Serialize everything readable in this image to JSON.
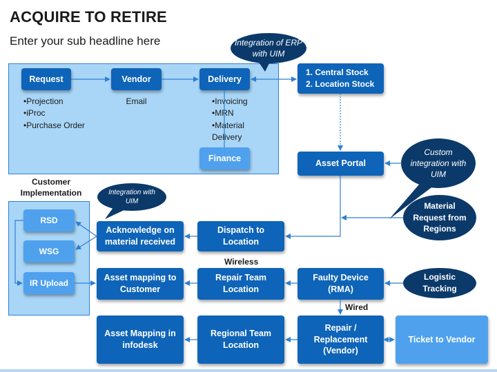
{
  "header": {
    "title": "ACQUIRE TO RETIRE",
    "subtitle": "Enter your sub headline here"
  },
  "erp_panel": {
    "request": "Request",
    "vendor": "Vendor",
    "delivery": "Delivery",
    "finance": "Finance",
    "request_notes": [
      "•Projection",
      "•iProc",
      "•Purchase Order"
    ],
    "vendor_note": "Email",
    "delivery_notes": [
      "•Invoicing",
      "•MRN",
      "•Material Delivery"
    ]
  },
  "stock": {
    "items": [
      "1.  Central Stock",
      "2.  Location Stock"
    ]
  },
  "asset_portal": "Asset Portal",
  "callouts": {
    "erp_uim": "Integration of ERP with UIM",
    "custom_uim": "Custom integration with UIM",
    "uim_small": "Integration with UIM",
    "material_request": "Material Request from Regions",
    "logistic": "Logistic Tracking"
  },
  "customer": {
    "heading": "Customer Implementation",
    "rsd": "RSD",
    "wsg": "WSG",
    "ir_upload": "IR Upload"
  },
  "flow": {
    "acknowledge": "Acknowledge on material received",
    "dispatch": "Dispatch to Location",
    "asset_mapping_customer": "Asset mapping to Customer",
    "repair_team": "Repair Team Location",
    "faulty_device": "Faulty Device (RMA)",
    "asset_mapping_infodesk": "Asset Mapping in infodesk",
    "regional_team": "Regional Team Location",
    "repair_replacement": "Repair / Replacement (Vendor)",
    "ticket_vendor": "Ticket to Vendor"
  },
  "labels": {
    "wireless": "Wireless",
    "wired": "Wired"
  },
  "colors": {
    "dark_box": "#0e64b8",
    "light_box": "#4fa1ee",
    "panel": "#a9d6f7",
    "bubble": "#0b3a6a",
    "line": "#2f7fd1"
  }
}
